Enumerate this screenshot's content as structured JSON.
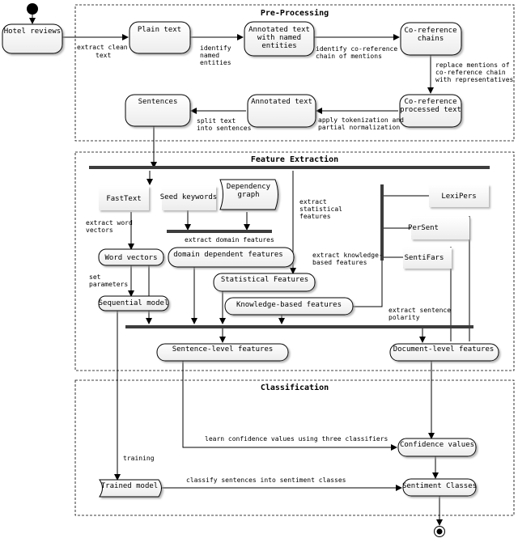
{
  "sections": {
    "preprocessing": "Pre-Processing",
    "feature_extraction": "Feature Extraction",
    "classification": "Classification"
  },
  "nodes": {
    "hotel_reviews": "Hotel reviews",
    "plain_text": "Plain text",
    "annotated_named_1": "Annotated text",
    "annotated_named_2": "with named",
    "annotated_named_3": "entities",
    "coref_chains_1": "Co-reference",
    "coref_chains_2": "chains",
    "coref_processed_1": "Co-reference",
    "coref_processed_2": "processed text",
    "annotated_text": "Annotated text",
    "sentences": "Sentences",
    "fasttext": "FastText",
    "seed_keywords": "Seed keywords",
    "dependency_graph_1": "Dependency",
    "dependency_graph_2": "graph",
    "lexipers": "LexiPers",
    "persent": "PerSent",
    "sentifars": "SentiFars",
    "word_vectors": "Word vectors",
    "domain_dependent_features": "domain dependent features",
    "statistical_features": "Statistical Features",
    "knowledge_based_features": "Knowledge-based features",
    "sequential_model": "Sequential model",
    "sentence_level_features": "Sentence-level features",
    "document_level_features": "Document-level features",
    "confidence_values": "Confidence values",
    "trained_model": "Trained model",
    "sentiment_classes": "Sentiment Classes"
  },
  "labels": {
    "extract_clean_1": "extract clean",
    "extract_clean_2": "text",
    "identify_named_1": "identify",
    "identify_named_2": "named",
    "identify_named_3": "entities",
    "identify_coref_1": "identify co-reference",
    "identify_coref_2": "chain of mentions",
    "replace_1": "replace mentions of",
    "replace_2": "co-reference chain",
    "replace_3": "with representatives",
    "tokenize_1": "apply tokenization and",
    "tokenize_2": "partial normalization",
    "split_1": "split text",
    "split_2": "into sentences",
    "extract_word_1": "extract word",
    "extract_word_2": "vectors",
    "extract_domain": "extract domain features",
    "extract_stat_1": "extract",
    "extract_stat_2": "statistical",
    "extract_stat_3": "features",
    "extract_knowledge_1": "extract knowledge-",
    "extract_knowledge_2": "based features",
    "set_params_1": "set",
    "set_params_2": "parameters",
    "extract_polarity_1": "extract sentence",
    "extract_polarity_2": "polarity",
    "learn_confidence": "learn confidence values using three classifiers",
    "training": "training",
    "classify_sentences": "classify sentences into sentiment classes"
  }
}
